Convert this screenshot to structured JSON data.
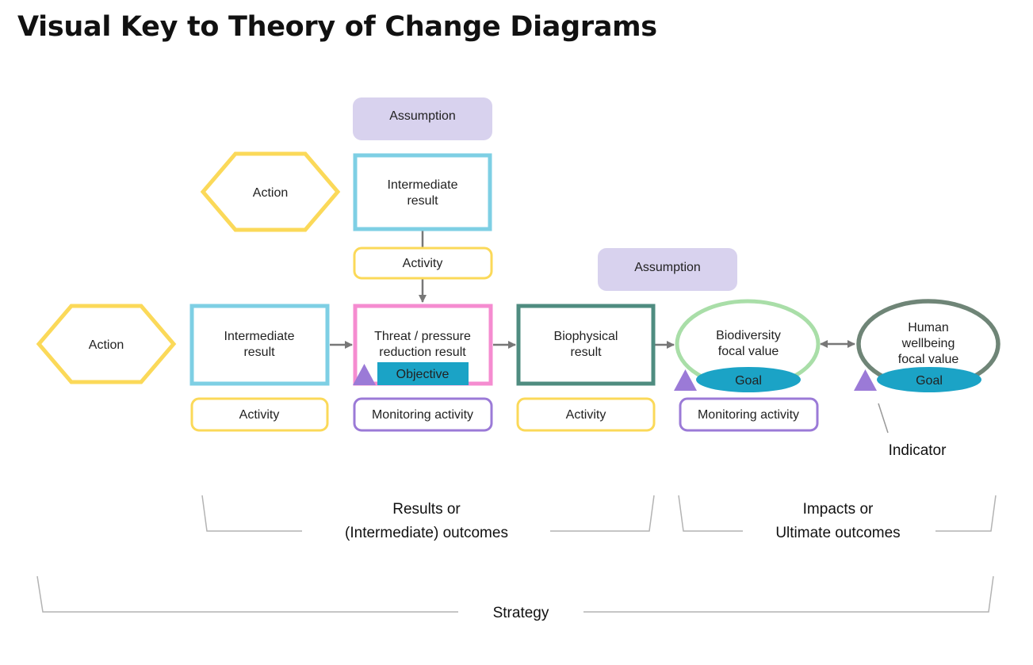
{
  "title": "Visual Key to Theory of Change Diagrams",
  "colors": {
    "action": "#fbd959",
    "intermediate_result": "#7ecfe4",
    "threat_reduction_result": "#f58cd0",
    "biophysical_result": "#4f8c80",
    "biodiversity_focal_value": "#a9dea8",
    "human_wellbeing_focal_value": "#6f8577",
    "assumption": "#d8d2ee",
    "monitoring_activity": "#9b7ad7",
    "indicator": "#9b7ad7",
    "objective": "#1ba3c6",
    "goal": "#1ba3c6",
    "arrow": "#777777",
    "bracket": "#b3b3b3"
  },
  "nodes": {
    "action_top": "Action",
    "action_left": "Action",
    "assumption_top": "Assumption",
    "assumption_right": "Assumption",
    "intermediate_top_1": "Intermediate",
    "intermediate_top_2": "result",
    "activity_top": "Activity",
    "intermediate_main_1": "Intermediate",
    "intermediate_main_2": "result",
    "threat_1": "Threat / pressure",
    "threat_2": "reduction result",
    "objective": "Objective",
    "biophysical_1": "Biophysical",
    "biophysical_2": "result",
    "biodiversity_1": "Biodiversity",
    "biodiversity_2": "focal value",
    "goal_biodiversity": "Goal",
    "human_1": "Human",
    "human_2": "wellbeing",
    "human_3": "focal value",
    "goal_human": "Goal",
    "activity_intermediate": "Activity",
    "monitoring_threat": "Monitoring activity",
    "activity_biophysical": "Activity",
    "monitoring_biodiversity": "Monitoring activity",
    "indicator": "Indicator"
  },
  "brackets": {
    "results_1": "Results or",
    "results_2": "(Intermediate) outcomes",
    "impacts_1": "Impacts or",
    "impacts_2": "Ultimate outcomes",
    "strategy": "Strategy"
  }
}
